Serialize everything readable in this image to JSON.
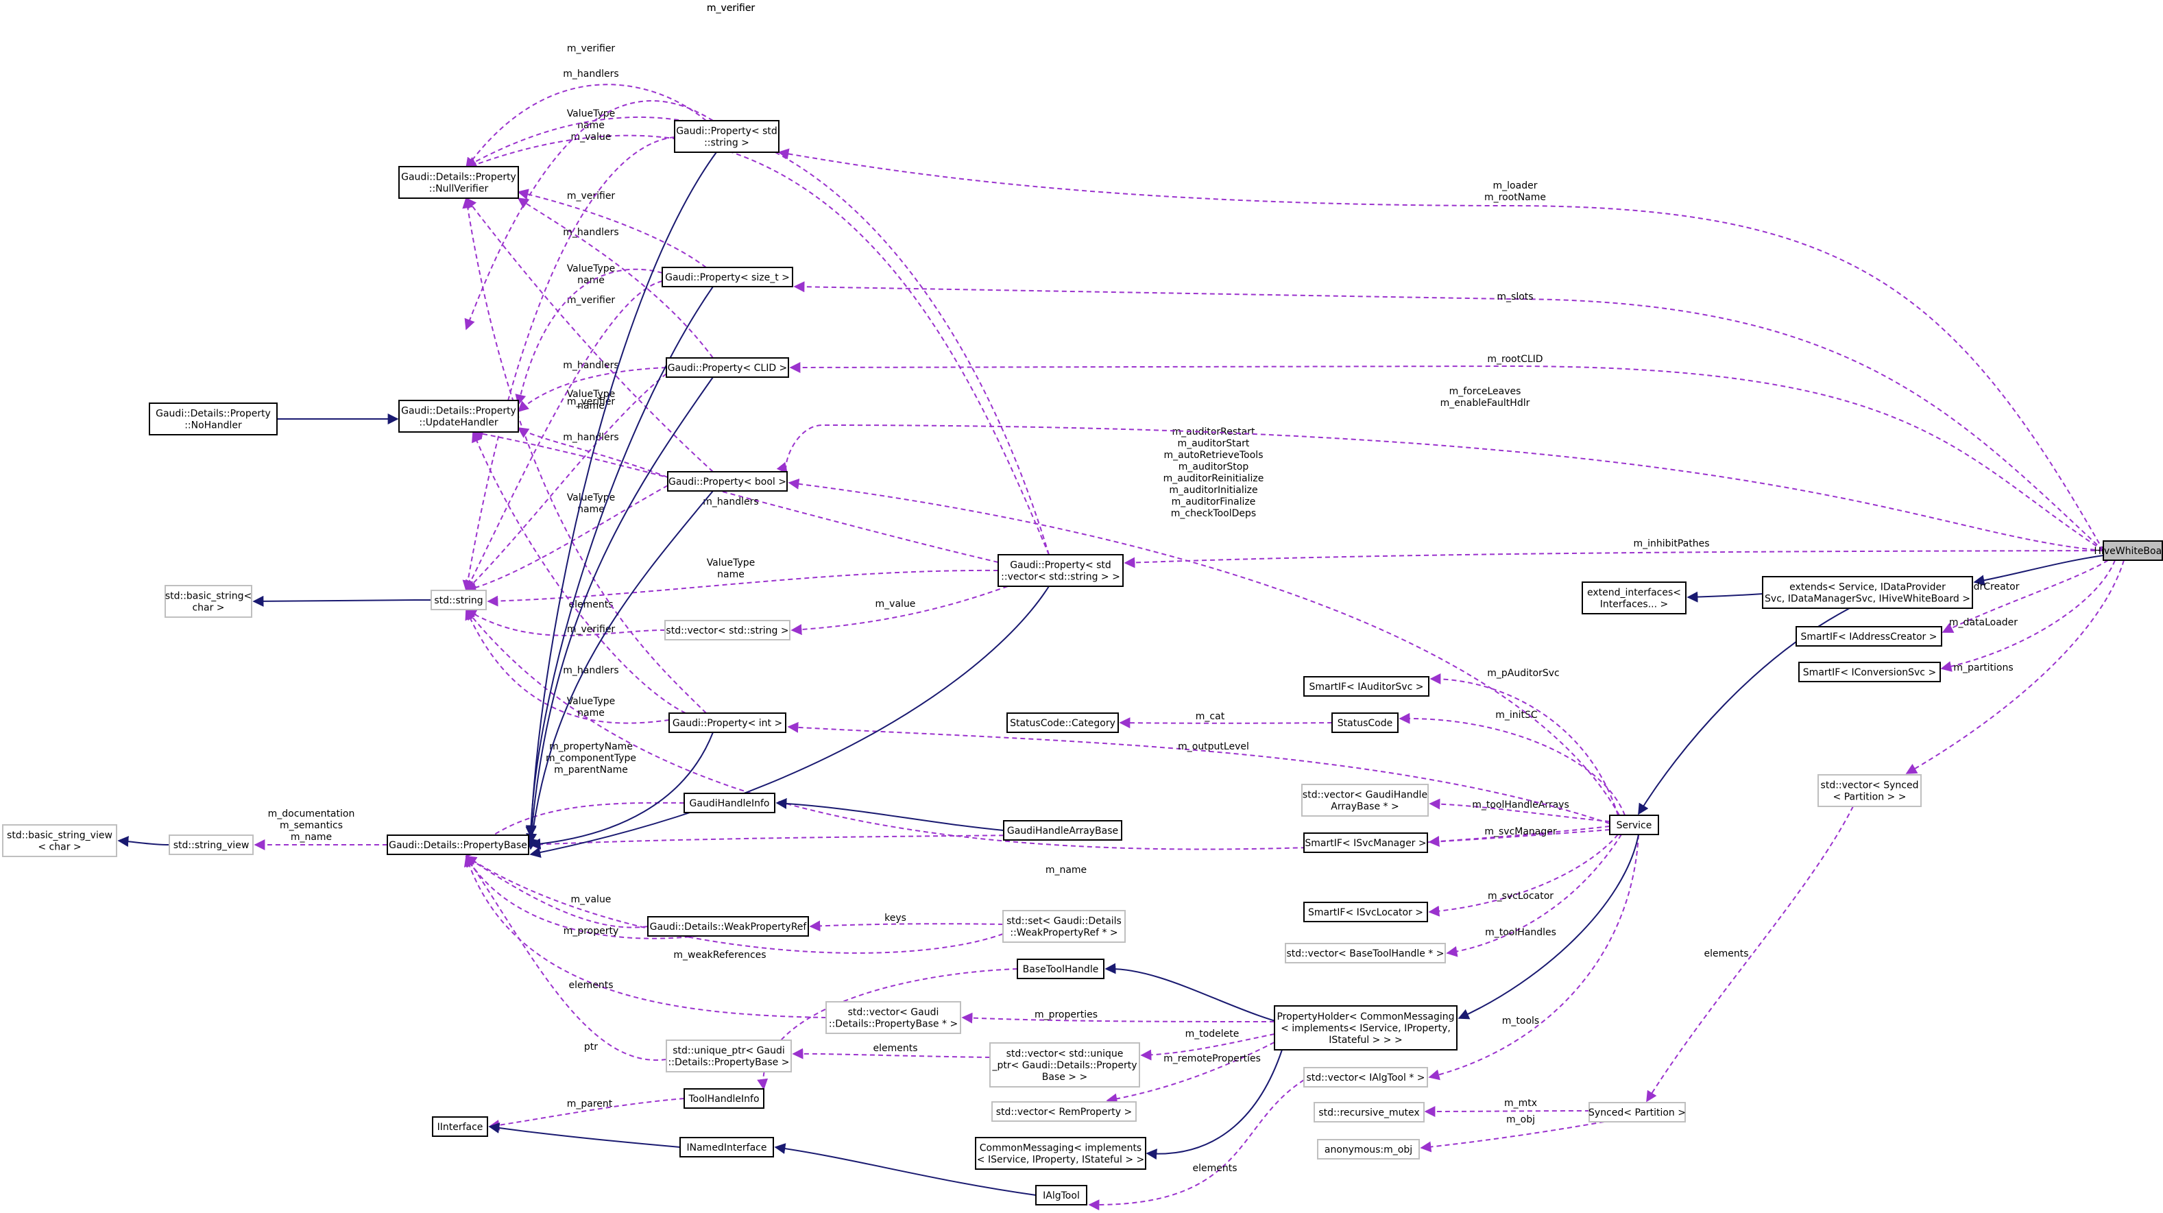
{
  "nodes": [
    {
      "id": "hive",
      "lines": [
        "HiveWhiteBoard"
      ],
      "style": "hl"
    },
    {
      "id": "extends",
      "lines": [
        "extends< Service, IDataProvider",
        "Svc, IDataManagerSvc, IHiveWhiteBoard >"
      ],
      "style": "solid"
    },
    {
      "id": "extend_interfaces",
      "lines": [
        "extend_interfaces<",
        "Interfaces... >"
      ],
      "style": "solid"
    },
    {
      "id": "smartif_addr",
      "lines": [
        "SmartIF< IAddressCreator >"
      ],
      "style": "solid"
    },
    {
      "id": "smartif_conv",
      "lines": [
        "SmartIF< IConversionSvc >"
      ],
      "style": "solid"
    },
    {
      "id": "vec_synced",
      "lines": [
        "std::vector< Synced",
        "< Partition > >"
      ],
      "style": "dim"
    },
    {
      "id": "synced_partition",
      "lines": [
        "Synced< Partition >"
      ],
      "style": "dim"
    },
    {
      "id": "recursive_mutex",
      "lines": [
        "std::recursive_mutex"
      ],
      "style": "dim"
    },
    {
      "id": "anon_obj",
      "lines": [
        "anonymous:m_obj"
      ],
      "style": "dim"
    },
    {
      "id": "service",
      "lines": [
        "Service"
      ],
      "style": "solid"
    },
    {
      "id": "smartif_auditor",
      "lines": [
        "SmartIF< IAuditorSvc >"
      ],
      "style": "solid"
    },
    {
      "id": "statuscode",
      "lines": [
        "StatusCode"
      ],
      "style": "solid"
    },
    {
      "id": "statuscode_cat",
      "lines": [
        "StatusCode::Category"
      ],
      "style": "solid"
    },
    {
      "id": "vec_gaudihandlearray",
      "lines": [
        "std::vector< GaudiHandle",
        "ArrayBase * >"
      ],
      "style": "dim"
    },
    {
      "id": "smartif_svcmgr",
      "lines": [
        "SmartIF< ISvcManager >"
      ],
      "style": "solid"
    },
    {
      "id": "smartif_svcloc",
      "lines": [
        "SmartIF< ISvcLocator >"
      ],
      "style": "solid"
    },
    {
      "id": "vec_basetoolhandle",
      "lines": [
        "std::vector< BaseToolHandle * >"
      ],
      "style": "dim"
    },
    {
      "id": "propertyholder",
      "lines": [
        "PropertyHolder< CommonMessaging",
        "< implements< IService, IProperty,",
        "IStateful > > >"
      ],
      "style": "solid"
    },
    {
      "id": "vec_ialgtool",
      "lines": [
        "std::vector< IAlgTool * >"
      ],
      "style": "dim"
    },
    {
      "id": "commonmessaging",
      "lines": [
        "CommonMessaging< implements",
        "< IService, IProperty, IStateful > >"
      ],
      "style": "solid"
    },
    {
      "id": "ialgtool",
      "lines": [
        "IAlgTool"
      ],
      "style": "solid"
    },
    {
      "id": "inamedinterface",
      "lines": [
        "INamedInterface"
      ],
      "style": "solid"
    },
    {
      "id": "iinterface",
      "lines": [
        "IInterface"
      ],
      "style": "solid"
    },
    {
      "id": "toolhandleinfo",
      "lines": [
        "ToolHandleInfo"
      ],
      "style": "solid"
    },
    {
      "id": "basetoolhandle",
      "lines": [
        "BaseToolHandle"
      ],
      "style": "solid"
    },
    {
      "id": "vec_unique_ptr_pb",
      "lines": [
        "std::vector< std::unique",
        "_ptr< Gaudi::Details::Property",
        "Base > >"
      ],
      "style": "dim"
    },
    {
      "id": "vec_remoteprop",
      "lines": [
        "std::vector< RemProperty >"
      ],
      "style": "dim"
    },
    {
      "id": "vec_pb_ptr",
      "lines": [
        "std::vector< Gaudi",
        "::Details::PropertyBase * >"
      ],
      "style": "dim"
    },
    {
      "id": "unique_ptr_pb",
      "lines": [
        "std::unique_ptr< Gaudi",
        "::Details::PropertyBase >"
      ],
      "style": "dim"
    },
    {
      "id": "set_weakprop",
      "lines": [
        "std::set< Gaudi::Details",
        "::WeakPropertyRef * >"
      ],
      "style": "dim"
    },
    {
      "id": "weakpropref",
      "lines": [
        "Gaudi::Details::WeakPropertyRef"
      ],
      "style": "solid"
    },
    {
      "id": "gaudihandlearraybase",
      "lines": [
        "GaudiHandleArrayBase"
      ],
      "style": "solid"
    },
    {
      "id": "gaudihandleinfo",
      "lines": [
        "GaudiHandleInfo"
      ],
      "style": "solid"
    },
    {
      "id": "propertybase",
      "lines": [
        "Gaudi::Details::PropertyBase"
      ],
      "style": "solid"
    },
    {
      "id": "string_view",
      "lines": [
        "std::string_view"
      ],
      "style": "dim"
    },
    {
      "id": "basic_string_view",
      "lines": [
        "std::basic_string_view",
        "< char >"
      ],
      "style": "dim"
    },
    {
      "id": "std_string",
      "lines": [
        "std::string"
      ],
      "style": "dim"
    },
    {
      "id": "basic_string",
      "lines": [
        "std::basic_string<",
        "char >"
      ],
      "style": "dim"
    },
    {
      "id": "vec_string",
      "lines": [
        "std::vector< std::string >"
      ],
      "style": "dim"
    },
    {
      "id": "prop_vec_string",
      "lines": [
        "Gaudi::Property< std",
        "::vector< std::string > >"
      ],
      "style": "solid"
    },
    {
      "id": "prop_int",
      "lines": [
        "Gaudi::Property< int >"
      ],
      "style": "solid"
    },
    {
      "id": "prop_bool",
      "lines": [
        "Gaudi::Property< bool >"
      ],
      "style": "solid"
    },
    {
      "id": "prop_clid",
      "lines": [
        "Gaudi::Property< CLID >"
      ],
      "style": "solid"
    },
    {
      "id": "prop_size_t",
      "lines": [
        "Gaudi::Property< size_t >"
      ],
      "style": "solid"
    },
    {
      "id": "prop_string",
      "lines": [
        "Gaudi::Property< std",
        "::string >"
      ],
      "style": "solid"
    },
    {
      "id": "nullverifier",
      "lines": [
        "Gaudi::Details::Property",
        "::NullVerifier"
      ],
      "style": "solid"
    },
    {
      "id": "updatehandler",
      "lines": [
        "Gaudi::Details::Property",
        "::UpdateHandler"
      ],
      "style": "solid"
    },
    {
      "id": "nohandler",
      "lines": [
        "Gaudi::Details::Property",
        "::NoHandler"
      ],
      "style": "solid"
    }
  ],
  "edges": [
    {
      "kind": "inh",
      "label": []
    },
    {
      "kind": "inh",
      "label": []
    },
    {
      "kind": "use",
      "label": [
        "m_addrCreator"
      ]
    },
    {
      "kind": "use",
      "label": [
        "m_dataLoader"
      ]
    },
    {
      "kind": "use",
      "label": [
        "m_partitions"
      ]
    },
    {
      "kind": "use",
      "label": [
        "elements"
      ]
    },
    {
      "kind": "use",
      "label": [
        "m_mtx"
      ]
    },
    {
      "kind": "use",
      "label": [
        "m_obj"
      ]
    },
    {
      "kind": "inh",
      "label": []
    },
    {
      "kind": "use",
      "label": [
        "m_pAuditorSvc"
      ]
    },
    {
      "kind": "use",
      "label": [
        "m_initSC"
      ]
    },
    {
      "kind": "use",
      "label": [
        "m_cat"
      ]
    },
    {
      "kind": "use",
      "label": [
        "m_toolHandleArrays"
      ]
    },
    {
      "kind": "use",
      "label": [
        "m_svcManager"
      ]
    },
    {
      "kind": "use",
      "label": [
        "m_svcLocator"
      ]
    },
    {
      "kind": "use",
      "label": [
        "m_toolHandles"
      ]
    },
    {
      "kind": "use",
      "label": [
        "m_tools"
      ]
    },
    {
      "kind": "inh",
      "label": []
    },
    {
      "kind": "use",
      "label": [
        "m_outputLevel"
      ]
    },
    {
      "kind": "use",
      "label": [
        "m_auditorRestart",
        "m_auditorStart",
        "m_autoRetrieveTools",
        "m_auditorStop",
        "m_auditorReinitialize",
        "m_auditorInitialize",
        "m_auditorFinalize",
        "m_checkToolDeps"
      ]
    },
    {
      "kind": "use",
      "label": [
        "m_name"
      ]
    },
    {
      "kind": "inh",
      "label": []
    },
    {
      "kind": "use",
      "label": [
        "m_properties"
      ]
    },
    {
      "kind": "use",
      "label": [
        "m_todelete"
      ]
    },
    {
      "kind": "use",
      "label": [
        "m_remoteProperties"
      ]
    },
    {
      "kind": "use",
      "label": [
        "elements"
      ]
    },
    {
      "kind": "inh",
      "label": []
    },
    {
      "kind": "inh",
      "label": []
    },
    {
      "kind": "use",
      "label": [
        "m_parent"
      ]
    },
    {
      "kind": "inh",
      "label": []
    },
    {
      "kind": "use",
      "label": [
        "elements"
      ]
    },
    {
      "kind": "use",
      "label": [
        "elements"
      ]
    },
    {
      "kind": "use",
      "label": [
        "elements"
      ]
    },
    {
      "kind": "use",
      "label": [
        "ptr"
      ]
    },
    {
      "kind": "use",
      "label": [
        "keys"
      ]
    },
    {
      "kind": "use",
      "label": [
        "m_weakReferences"
      ]
    },
    {
      "kind": "use",
      "label": [
        "m_property"
      ]
    },
    {
      "kind": "use",
      "label": [
        "m_value"
      ]
    },
    {
      "kind": "use",
      "label": [
        "elements"
      ]
    },
    {
      "kind": "inh",
      "label": []
    },
    {
      "kind": "use",
      "label": [
        "m_propertyName",
        "m_componentType",
        "m_parentName"
      ]
    },
    {
      "kind": "use",
      "label": [
        "m_documentation",
        "m_semantics",
        "m_name"
      ]
    },
    {
      "kind": "inh",
      "label": []
    },
    {
      "kind": "inh",
      "label": []
    },
    {
      "kind": "use",
      "label": [
        "elements"
      ]
    },
    {
      "kind": "use",
      "label": [
        "m_value"
      ]
    },
    {
      "kind": "use",
      "label": [
        "ValueType",
        "name"
      ]
    },
    {
      "kind": "use",
      "label": [
        "m_handlers"
      ]
    },
    {
      "kind": "use",
      "label": [
        "m_verifier"
      ]
    },
    {
      "kind": "inh",
      "label": []
    },
    {
      "kind": "use",
      "label": [
        "m_inhibitPathes"
      ]
    },
    {
      "kind": "use",
      "label": [
        "ValueType",
        "name"
      ]
    },
    {
      "kind": "use",
      "label": [
        "m_handlers"
      ]
    },
    {
      "kind": "use",
      "label": [
        "m_verifier"
      ]
    },
    {
      "kind": "inh",
      "label": []
    },
    {
      "kind": "use",
      "label": [
        "ValueType",
        "name"
      ]
    },
    {
      "kind": "use",
      "label": [
        "m_handlers"
      ]
    },
    {
      "kind": "use",
      "label": [
        "m_verifier"
      ]
    },
    {
      "kind": "inh",
      "label": []
    },
    {
      "kind": "use",
      "label": [
        "m_forceLeaves",
        "m_enableFaultHdlr"
      ]
    },
    {
      "kind": "use",
      "label": [
        "ValueType",
        "name"
      ]
    },
    {
      "kind": "use",
      "label": [
        "m_handlers"
      ]
    },
    {
      "kind": "use",
      "label": [
        "m_verifier"
      ]
    },
    {
      "kind": "inh",
      "label": []
    },
    {
      "kind": "use",
      "label": [
        "m_rootCLID"
      ]
    },
    {
      "kind": "use",
      "label": [
        "ValueType",
        "name"
      ]
    },
    {
      "kind": "use",
      "label": [
        "m_handlers"
      ]
    },
    {
      "kind": "use",
      "label": [
        "m_verifier"
      ]
    },
    {
      "kind": "inh",
      "label": []
    },
    {
      "kind": "use",
      "label": [
        "m_slots"
      ]
    },
    {
      "kind": "use",
      "label": [
        "ValueType",
        "name",
        "m_value"
      ]
    },
    {
      "kind": "use",
      "label": [
        "m_handlers"
      ]
    },
    {
      "kind": "use",
      "label": [
        "m_verifier"
      ]
    },
    {
      "kind": "inh",
      "label": []
    },
    {
      "kind": "use",
      "label": [
        "m_loader",
        "m_rootName"
      ]
    },
    {
      "kind": "inh",
      "label": []
    },
    {
      "kind": "use",
      "label": [
        "m_verifier"
      ]
    }
  ]
}
